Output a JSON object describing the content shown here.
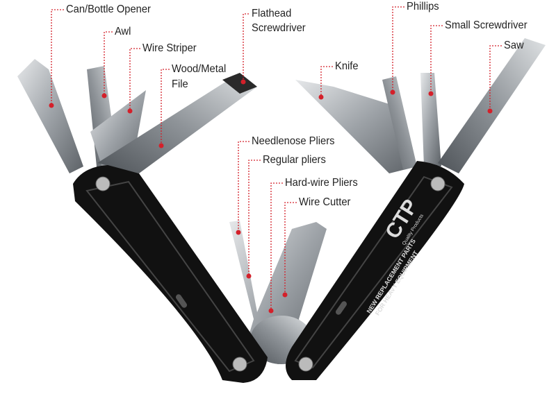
{
  "labels": {
    "can_opener": "Can/Bottle Opener",
    "awl": "Awl",
    "wire_striper": "Wire Striper",
    "file_line1": "Wood/Metal",
    "file_line2": "File",
    "flathead_line1": "Flathead",
    "flathead_line2": "Screwdriver",
    "phillips": "Phillips",
    "small_screwdriver": "Small Screwdriver",
    "saw": "Saw",
    "knife": "Knife",
    "needlenose": "Needlenose Pliers",
    "regular_pliers": "Regular pliers",
    "hardwire_pliers": "Hard-wire Pliers",
    "wire_cutter": "Wire Cutter"
  },
  "brand": {
    "logo": "CTP",
    "tagline": "Quality Products",
    "line1": "NEW REPLACEMENT PARTS",
    "line2": "FOR HEAVY EQUIPMENT"
  },
  "colors": {
    "leader": "#d4202a",
    "handle": "#111111",
    "steel": "#a9adb1"
  }
}
